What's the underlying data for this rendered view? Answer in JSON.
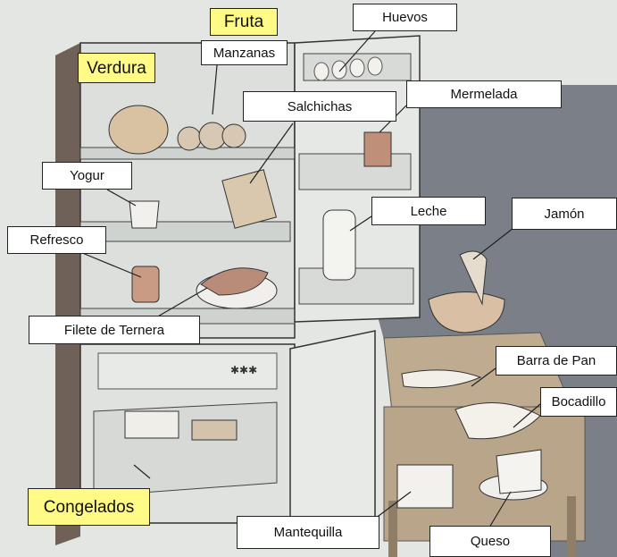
{
  "labels": {
    "fruta": "Fruta",
    "verdura": "Verdura",
    "manzanas": "Manzanas",
    "huevos": "Huevos",
    "salchichas": "Salchichas",
    "mermelada": "Mermelada",
    "yogur": "Yogur",
    "leche": "Leche",
    "jamon": "Jamón",
    "refresco": "Refresco",
    "filete": "Filete de Ternera",
    "barra_pan": "Barra de Pan",
    "bocadillo": "Bocadillo",
    "congelados": "Congelados",
    "mantequilla": "Mantequilla",
    "queso": "Queso"
  },
  "freezer_marks": "✱✱✱",
  "colors": {
    "category_label": "#fffb86",
    "vocab_label": "#ffffff",
    "floor_wall": "#e3e5e2",
    "shadow_wall": "#7a7d85",
    "fridge_inside": "#dfe2df",
    "wood": "#b9a58a"
  }
}
